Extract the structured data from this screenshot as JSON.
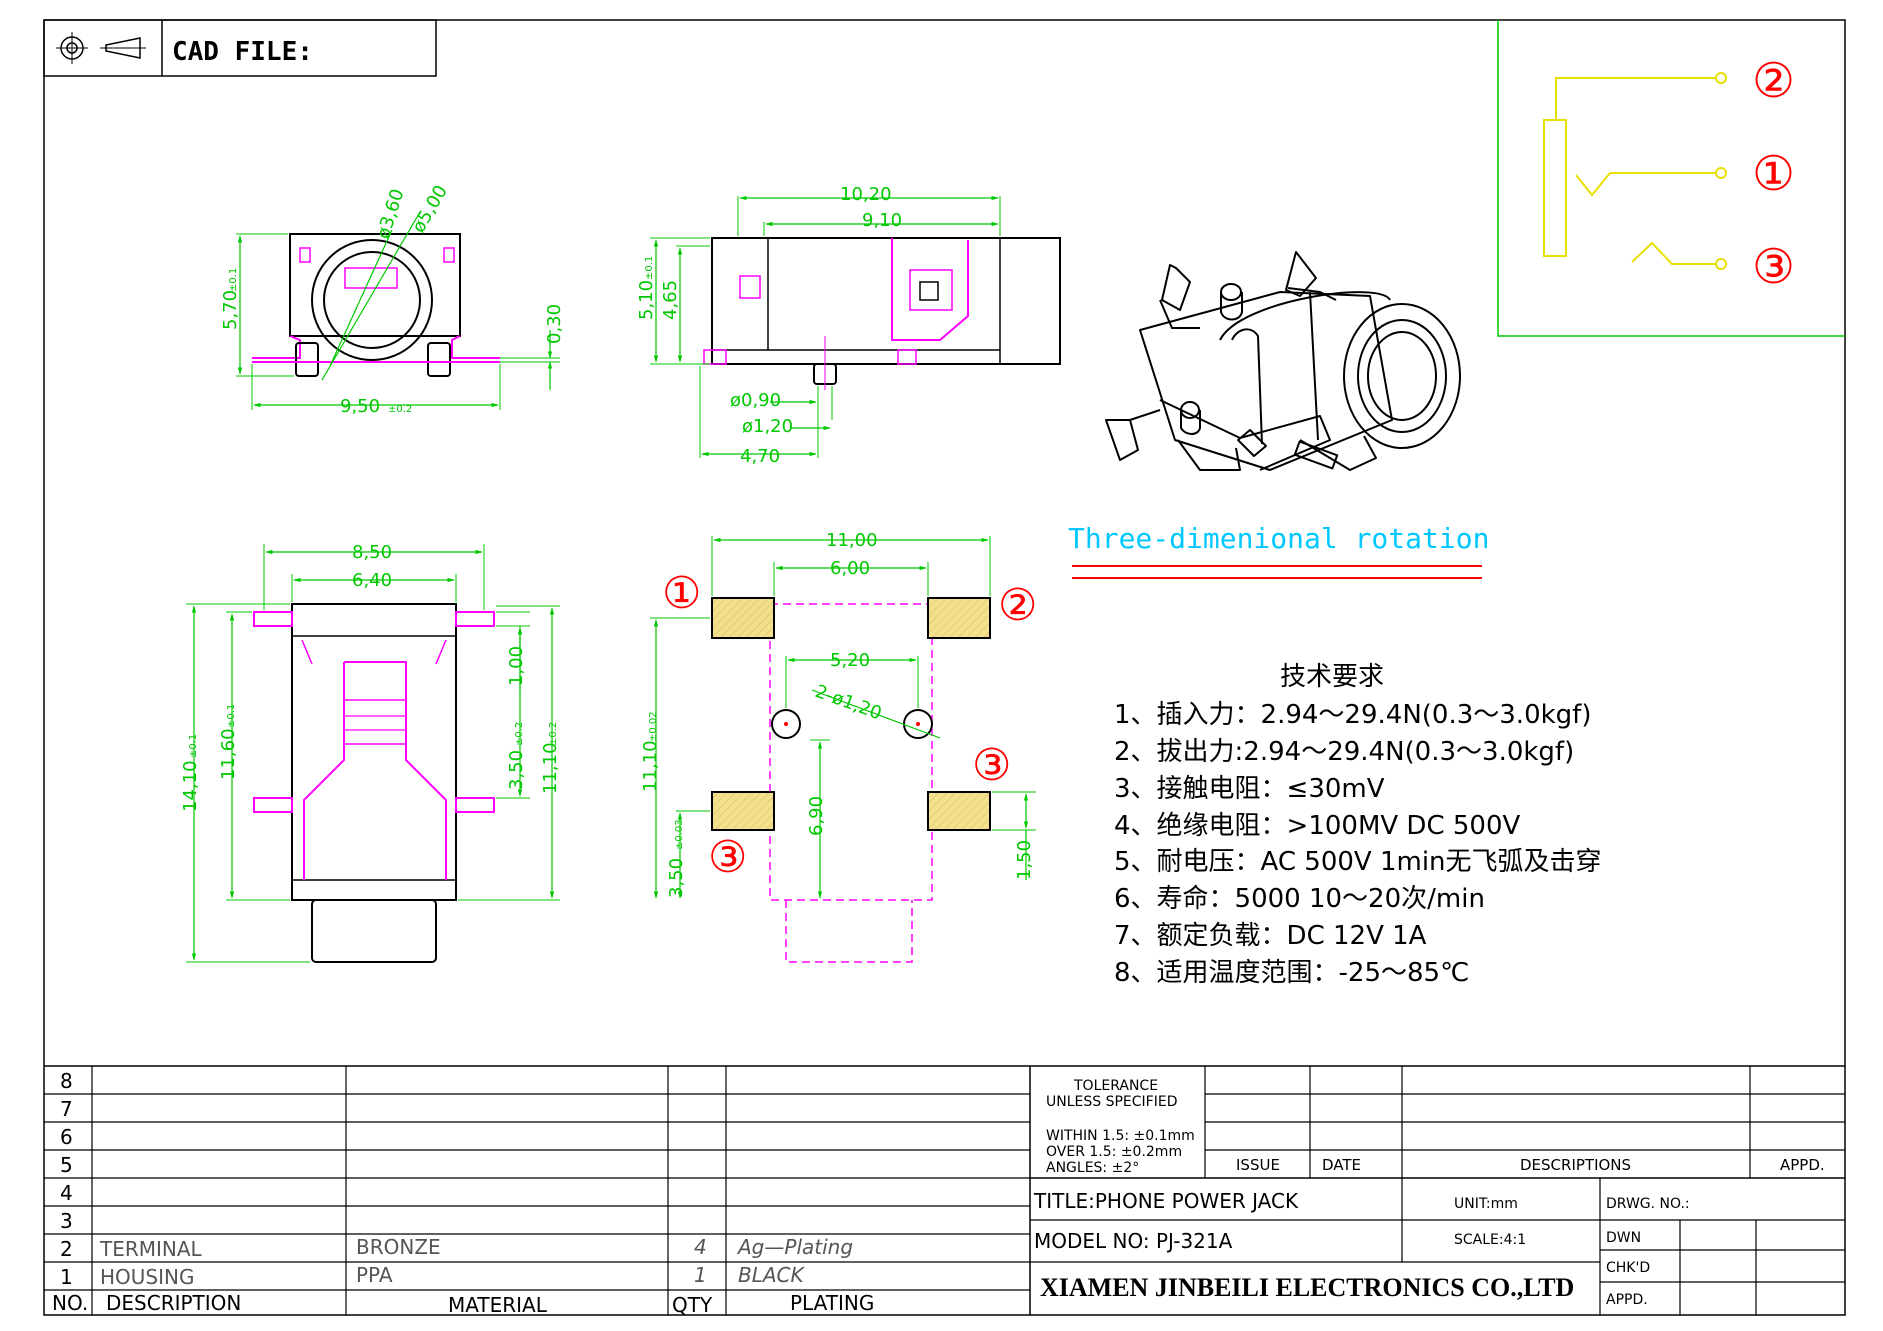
{
  "header": {
    "cad_file_label": "CAD FILE:"
  },
  "schematic": {
    "pins": [
      "②",
      "①",
      "③"
    ]
  },
  "front_view": {
    "dims": {
      "d360": "ø3,60",
      "d500": "ø5,00",
      "h570": "5,70",
      "h570_tol": "±0.1",
      "t030": "0,30",
      "w950": "9,50",
      "w950_tol": "±0.2"
    }
  },
  "side_view": {
    "dims": {
      "w1020": "10,20",
      "w910": "9,10",
      "h510": "5,10",
      "h510_tol": "±0.1",
      "h465": "4,65",
      "d090": "ø0,90",
      "d120": "ø1,20",
      "w470": "4,70"
    }
  },
  "iso_view": {
    "caption": "Three-dimenional  rotation"
  },
  "bottom_view": {
    "dims": {
      "w850": "8,50",
      "w640": "6,40",
      "h1410": "14,10",
      "h1410_tol": "±0.1",
      "h1160": "11,60",
      "h1160_tol": "±0.1",
      "h100": "1,00",
      "h350": "3,50",
      "h350_tol": "±0.2",
      "h1110": "11,10",
      "h1110_tol": "±0.2"
    }
  },
  "pcb_layout": {
    "pins": {
      "p1": "①",
      "p2": "②",
      "p3a": "③",
      "p3b": "③"
    },
    "dims": {
      "w1100": "11,00",
      "w600": "6,00",
      "w520": "5,20",
      "holes": "2-ø1,20",
      "h1110": "11,10",
      "h1110_tol": "±0.02",
      "h690": "6,90",
      "h350": "3,50",
      "h350_tol": "±0.03",
      "h150": "1,50"
    }
  },
  "requirements": {
    "title": "技术要求",
    "items": [
      "1、插入力：2.94～29.4N(0.3～3.0kgf)",
      "2、拔出力:2.94～29.4N(0.3～3.0kgf)",
      "3、接触电阻：≤30mV",
      "4、绝缘电阻：>100MV    DC    500V",
      "5、耐电压：AC    500V    1min无飞弧及击穿",
      "6、寿命：5000  10～20次/min",
      "7、额定负载：DC    12V    1A",
      "8、适用温度范围：-25～85℃"
    ]
  },
  "bom": {
    "row_numbers": [
      "8",
      "7",
      "6",
      "5",
      "4",
      "3",
      "2",
      "1"
    ],
    "rows": [
      {
        "description": "TERMINAL",
        "material": "BRONZE",
        "qty": "4",
        "plating": "Ag—Plating"
      },
      {
        "description": "HOUSING",
        "material": "PPA",
        "qty": "1",
        "plating": "BLACK"
      }
    ],
    "headers": {
      "no": "NO.",
      "description": "DESCRIPTION",
      "material": "MATERIAL",
      "qty": "QTY",
      "plating": "PLATING"
    }
  },
  "title_block": {
    "tolerance_title": "TOLERANCE",
    "tolerance_sub": "UNLESS  SPECIFIED",
    "within": "WITHIN  1.5: ±0.1mm",
    "over": "OVER  1.5:   ±0.2mm",
    "angles": "ANGLES: ±2°",
    "issue": "ISSUE",
    "date": "DATE",
    "descriptions": "DESCRIPTIONS",
    "appd": "APPD.",
    "title": "TITLE:PHONE  POWER  JACK",
    "unit": "UNIT:mm",
    "drwg_no": "DRWG.  NO.:",
    "model": "MODEL  NO: PJ-321A",
    "scale": "SCALE:4:1",
    "dwn": "DWN",
    "chkd": "CHK'D",
    "appd2": "APPD.",
    "company": "XIAMEN JINBEILI ELECTRONICS CO.,LTD"
  },
  "colors": {
    "outline": "#000000",
    "dimension": "#00c800",
    "magenta": "#ff00ff",
    "red": "#ff0000",
    "yellow": "#e8e000",
    "cyan": "#00c8ff",
    "pad_fill": "#f3e08e"
  }
}
